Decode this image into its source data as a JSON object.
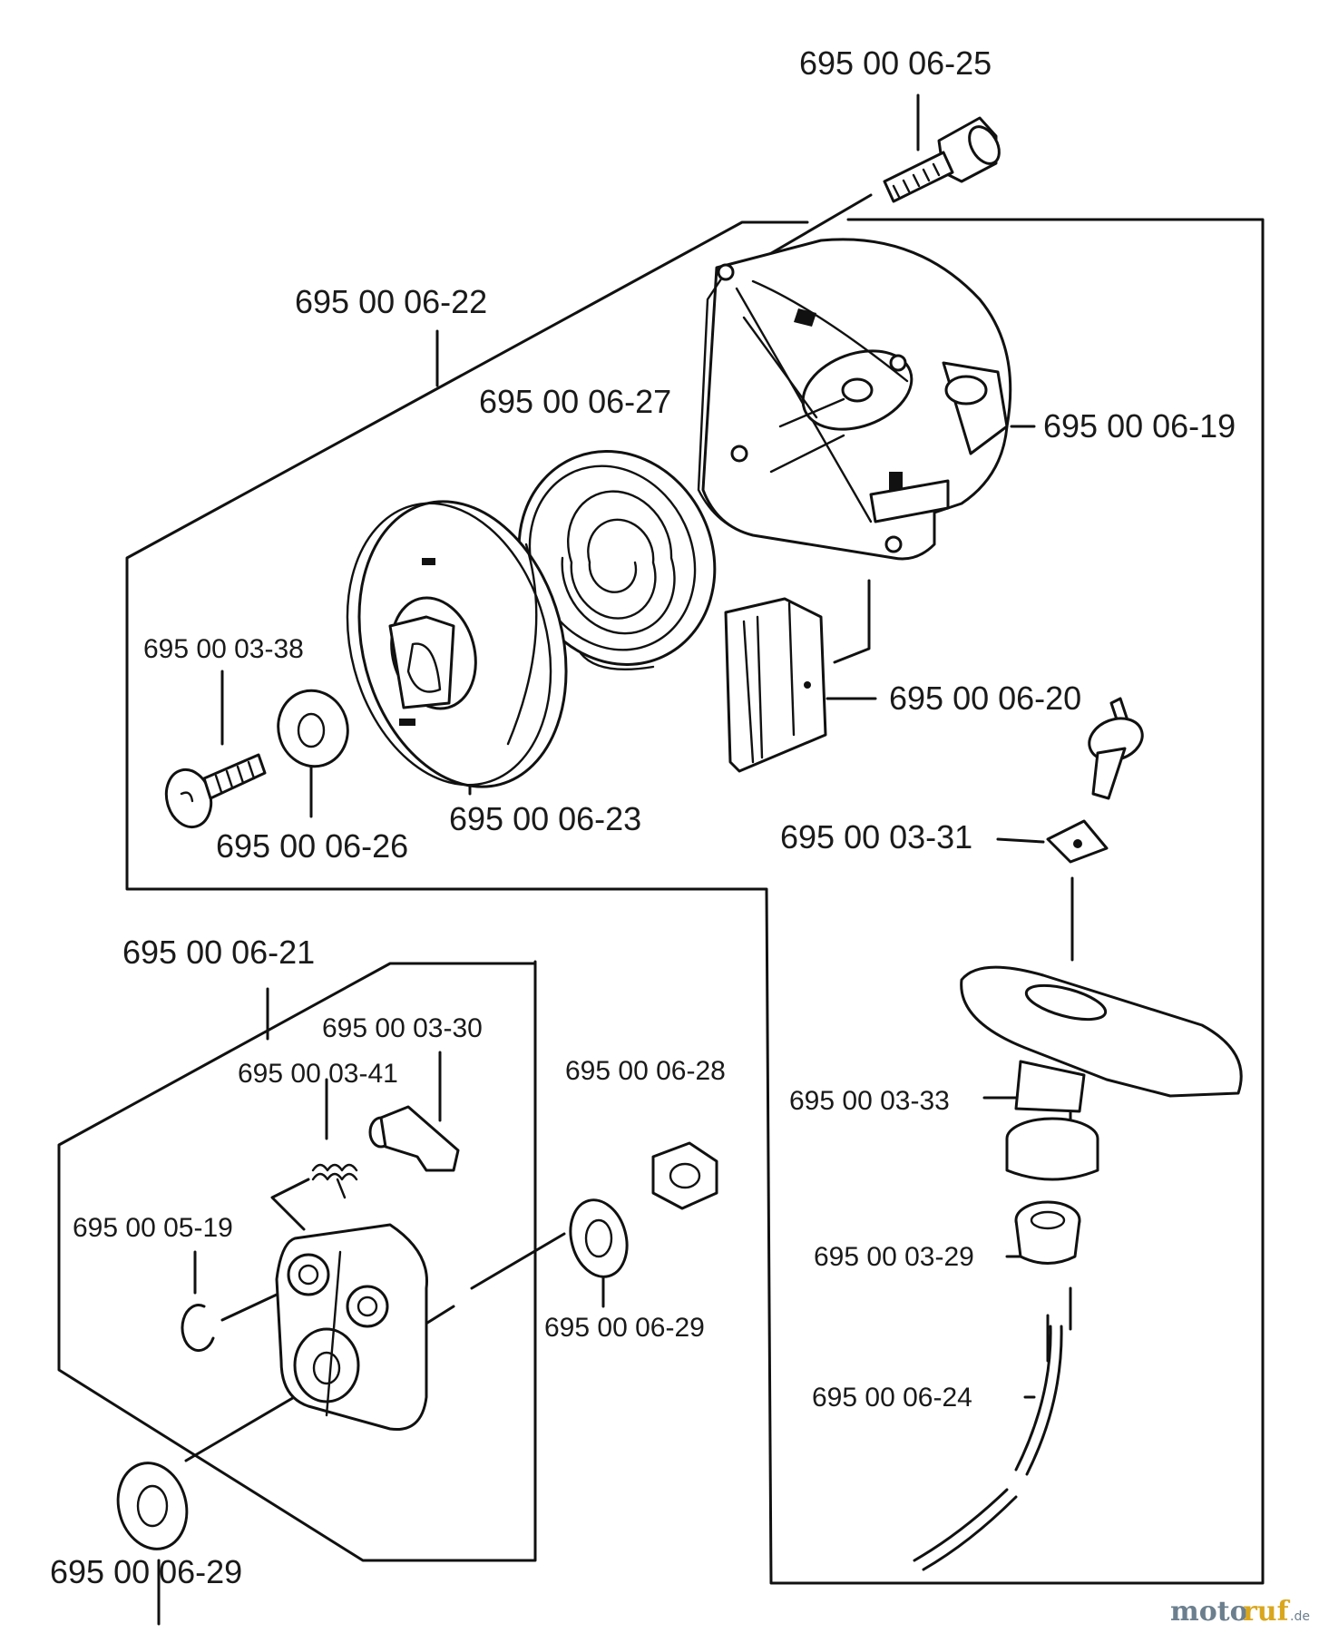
{
  "parts": {
    "p_06_25": "695 00 06-25",
    "p_06_22": "695 00 06-22",
    "p_06_27": "695 00 06-27",
    "p_06_19": "695 00 06-19",
    "p_03_38": "695 00 03-38",
    "p_06_20": "695 00 06-20",
    "p_06_26": "695 00 06-26",
    "p_06_23": "695 00 06-23",
    "p_03_31": "695 00 03-31",
    "p_06_21": "695 00 06-21",
    "p_03_30": "695 00 03-30",
    "p_03_41": "695 00 03-41",
    "p_06_28": "695 00 06-28",
    "p_03_33": "695 00 03-33",
    "p_05_19": "695 00 05-19",
    "p_06_29_mid": "695 00 06-29",
    "p_03_29": "695 00 03-29",
    "p_06_24": "695 00 06-24",
    "p_06_29_low": "695 00 06-29"
  },
  "watermark": {
    "part1": "moto",
    "part2": "ruf",
    "suffix": ".de"
  }
}
